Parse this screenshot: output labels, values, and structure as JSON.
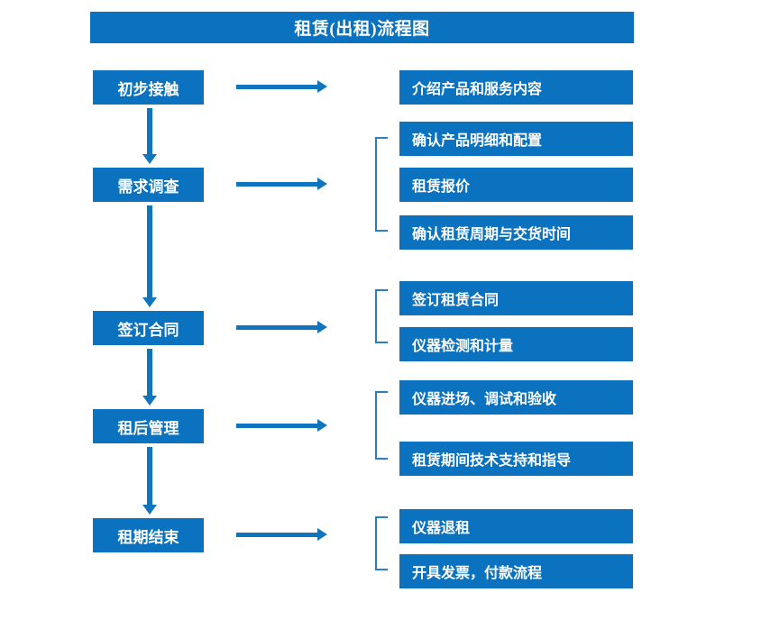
{
  "title": "租赁(出租)流程图",
  "colors": {
    "box_fill": "#0b72c0",
    "box_text": "#ffffff",
    "arrow": "#1075bd",
    "bracket": "#2a7fc4",
    "background": "#ffffff"
  },
  "stages": [
    {
      "label": "初步接触"
    },
    {
      "label": "需求调查"
    },
    {
      "label": "签订合同"
    },
    {
      "label": "租后管理"
    },
    {
      "label": "租期结束"
    }
  ],
  "groups": [
    {
      "stage": "初步接触",
      "has_bracket": false,
      "items": [
        {
          "label": "介绍产品和服务内容"
        }
      ]
    },
    {
      "stage": "需求调查",
      "has_bracket": true,
      "items": [
        {
          "label": "确认产品明细和配置"
        },
        {
          "label": "租赁报价"
        },
        {
          "label": "确认租赁周期与交货时间"
        }
      ]
    },
    {
      "stage": "签订合同",
      "has_bracket": true,
      "items": [
        {
          "label": "签订租赁合同"
        },
        {
          "label": "仪器检测和计量"
        }
      ]
    },
    {
      "stage": "租后管理",
      "has_bracket": true,
      "items": [
        {
          "label": "仪器进场、调试和验收"
        },
        {
          "label": "租赁期间技术支持和指导"
        }
      ]
    },
    {
      "stage": "租期结束",
      "has_bracket": true,
      "items": [
        {
          "label": "仪器退租"
        },
        {
          "label": "开具发票，付款流程"
        }
      ]
    }
  ]
}
